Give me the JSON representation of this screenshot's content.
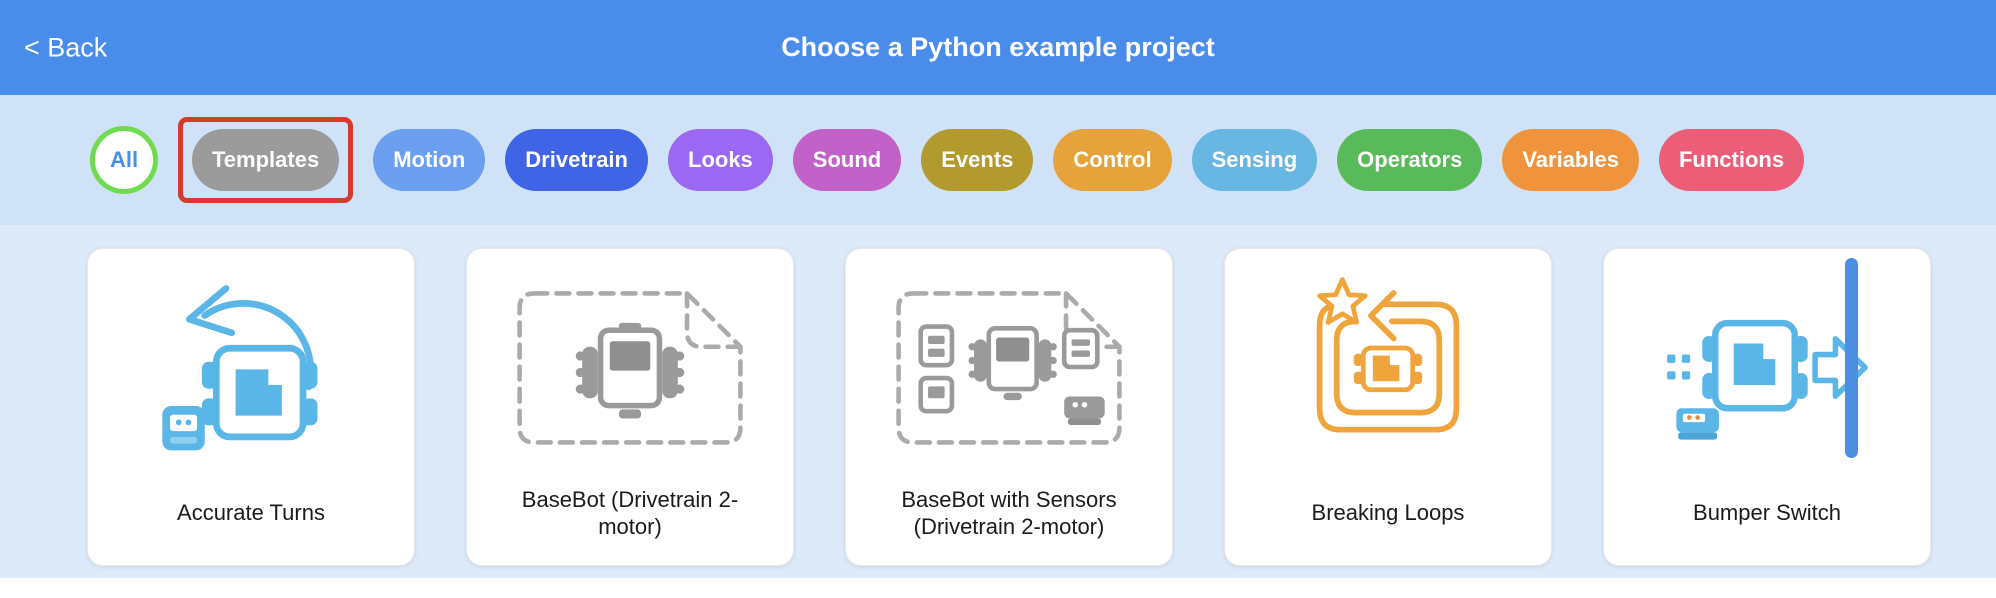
{
  "header": {
    "back_label": "< Back",
    "title": "Choose a Python example project"
  },
  "filters": {
    "selected": "Templates",
    "selection_box_color": "#d63a2a",
    "items": [
      {
        "label": "All",
        "bg": "#ffffff",
        "text_color": "#4a90e2",
        "ring_color": "#70db4f"
      },
      {
        "label": "Templates",
        "bg": "#9b9b9b",
        "text_color": "#ffffff"
      },
      {
        "label": "Motion",
        "bg": "#6d9ff0",
        "text_color": "#ffffff"
      },
      {
        "label": "Drivetrain",
        "bg": "#3f64e6",
        "text_color": "#ffffff"
      },
      {
        "label": "Looks",
        "bg": "#9a68f2",
        "text_color": "#ffffff"
      },
      {
        "label": "Sound",
        "bg": "#c262c9",
        "text_color": "#ffffff"
      },
      {
        "label": "Events",
        "bg": "#b29a2e",
        "text_color": "#ffffff"
      },
      {
        "label": "Control",
        "bg": "#e6a33c",
        "text_color": "#ffffff"
      },
      {
        "label": "Sensing",
        "bg": "#68b6e2",
        "text_color": "#ffffff"
      },
      {
        "label": "Operators",
        "bg": "#58ba58",
        "text_color": "#ffffff"
      },
      {
        "label": "Variables",
        "bg": "#ef933d",
        "text_color": "#ffffff"
      },
      {
        "label": "Functions",
        "bg": "#ec5e78",
        "text_color": "#ffffff"
      }
    ]
  },
  "cards": [
    {
      "title": "Accurate Turns",
      "icon": "accurate-turns-icon"
    },
    {
      "title": "BaseBot (Drivetrain 2-motor)",
      "icon": "basebot-template-icon"
    },
    {
      "title": "BaseBot with Sensors (Drivetrain 2-motor)",
      "icon": "basebot-with-sensors-template-icon"
    },
    {
      "title": "Breaking Loops",
      "icon": "breaking-loops-icon"
    },
    {
      "title": "Bumper Switch",
      "icon": "bumper-switch-icon"
    }
  ],
  "colors": {
    "header_bg": "#4a8ce9",
    "filter_bar_bg": "#cfe2f8",
    "cards_area_bg": "#ddeafa",
    "card_bg": "#ffffff",
    "scrollbar": "#4a8fe2",
    "icon_blue": "#5bb6e8",
    "icon_gray": "#9a9a9a",
    "icon_orange": "#f0a43c"
  }
}
